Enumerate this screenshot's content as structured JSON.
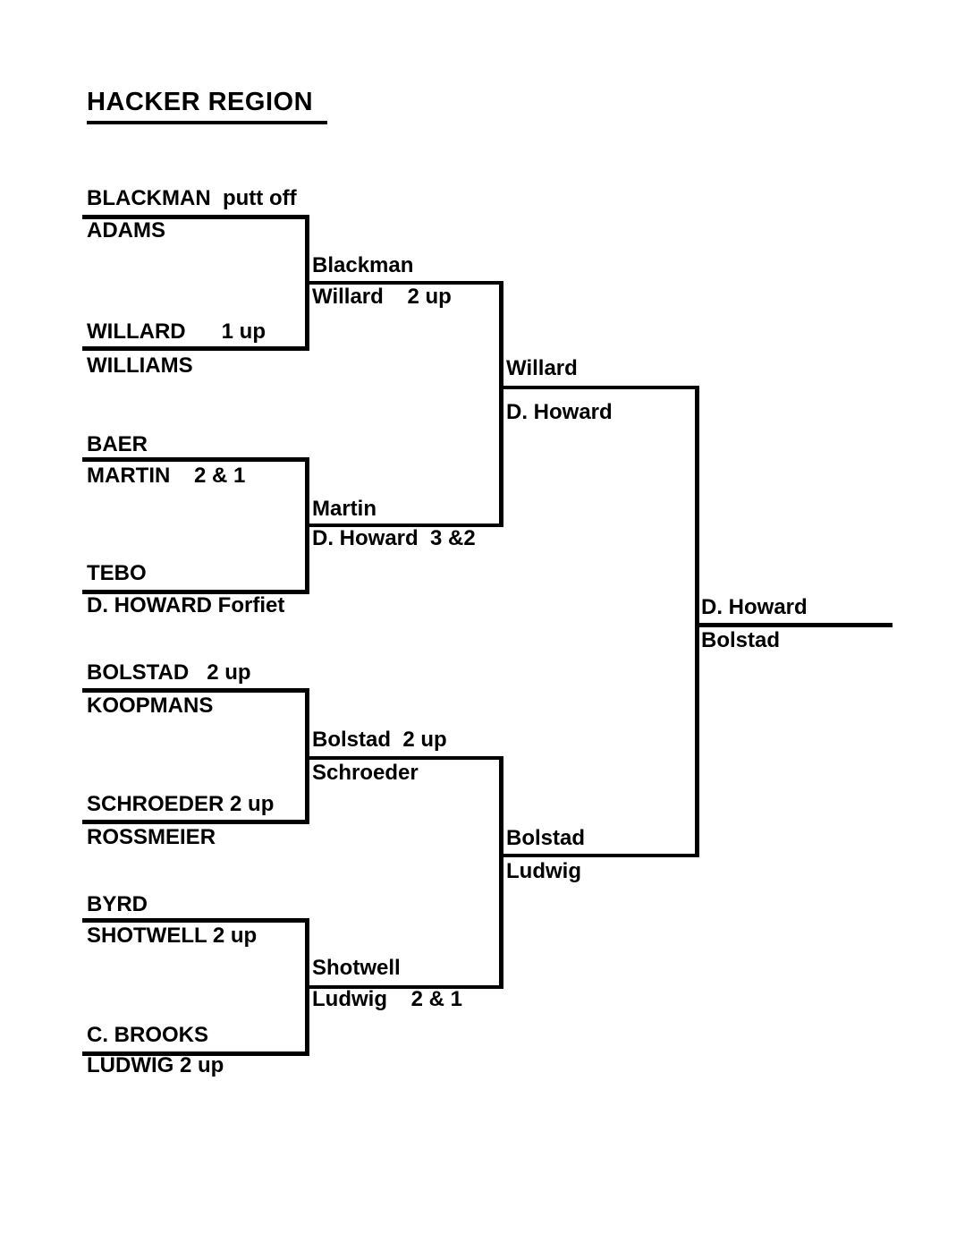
{
  "page": {
    "title": "HACKER REGION",
    "ink_color": "#000000",
    "background_color": "#ffffff"
  },
  "bracket": {
    "round1": {
      "line1": {
        "above": "BLACKMAN  putt off",
        "below": "ADAMS"
      },
      "line2": {
        "above": "WILLARD      1 up",
        "below": "WILLIAMS"
      },
      "line3": {
        "above": "BAER",
        "below": "MARTIN    2 & 1"
      },
      "line4": {
        "above": "TEBO",
        "below": "D. HOWARD Forfiet"
      },
      "line5": {
        "above": "BOLSTAD   2 up",
        "below": "KOOPMANS"
      },
      "line6": {
        "above": "SCHROEDER 2 up",
        "below": "ROSSMEIER"
      },
      "line7": {
        "above": "BYRD",
        "below": "SHOTWELL 2 up"
      },
      "line8": {
        "above": "C. BROOKS",
        "below": "LUDWIG 2 up"
      }
    },
    "round2": {
      "line1": {
        "above": "Blackman",
        "below": "Willard    2 up"
      },
      "line2": {
        "above": "Martin",
        "below": "D. Howard  3 &2"
      },
      "line3": {
        "above": "Bolstad  2 up",
        "below": "Schroeder"
      },
      "line4": {
        "above": "Shotwell",
        "below": "Ludwig    2 & 1"
      }
    },
    "semifinals": {
      "line1": {
        "above": "Willard",
        "below": "D. Howard"
      },
      "line2": {
        "above": "Bolstad",
        "below": "Ludwig"
      }
    },
    "final": {
      "above": "D. Howard",
      "below": "Bolstad"
    }
  }
}
